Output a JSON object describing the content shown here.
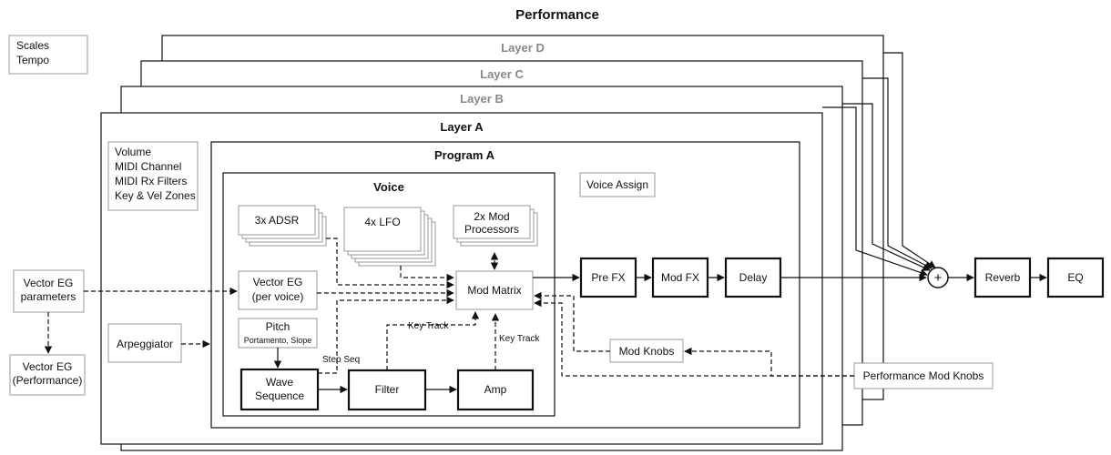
{
  "title": "Performance",
  "scales_box": {
    "line1": "Scales",
    "line2": "Tempo"
  },
  "layers": {
    "d": "Layer D",
    "c": "Layer C",
    "b": "Layer B",
    "a": "Layer A"
  },
  "layer_settings": {
    "line1": "Volume",
    "line2": "MIDI Channel",
    "line3": "MIDI Rx Filters",
    "line4": "Key & Vel Zones"
  },
  "program": "Program A",
  "voice": "Voice",
  "voice_assign": "Voice Assign",
  "blocks": {
    "adsr": "3x ADSR",
    "lfo": "4x LFO",
    "mod_proc_1": "2x Mod",
    "mod_proc_2": "Processors",
    "vector_eg_voice_1": "Vector EG",
    "vector_eg_voice_2": "(per voice)",
    "mod_matrix": "Mod Matrix",
    "pitch": "Pitch",
    "pitch_sub": "Portamento, Slope",
    "wave_seq_1": "Wave",
    "wave_seq_2": "Sequence",
    "filter": "Filter",
    "amp": "Amp",
    "pre_fx": "Pre FX",
    "mod_fx": "Mod FX",
    "delay": "Delay",
    "reverb": "Reverb",
    "eq": "EQ",
    "mod_knobs": "Mod Knobs",
    "perf_mod_knobs": "Performance Mod Knobs",
    "arpeggiator": "Arpeggiator",
    "vector_eg_params_1": "Vector EG",
    "vector_eg_params_2": "parameters",
    "vector_eg_perf_1": "Vector EG",
    "vector_eg_perf_2": "(Performance)",
    "mixer_symbol": "+"
  },
  "labels": {
    "key_track_filter": "Key Track",
    "key_track_amp": "Key Track",
    "step_seq": "Step Seq"
  }
}
